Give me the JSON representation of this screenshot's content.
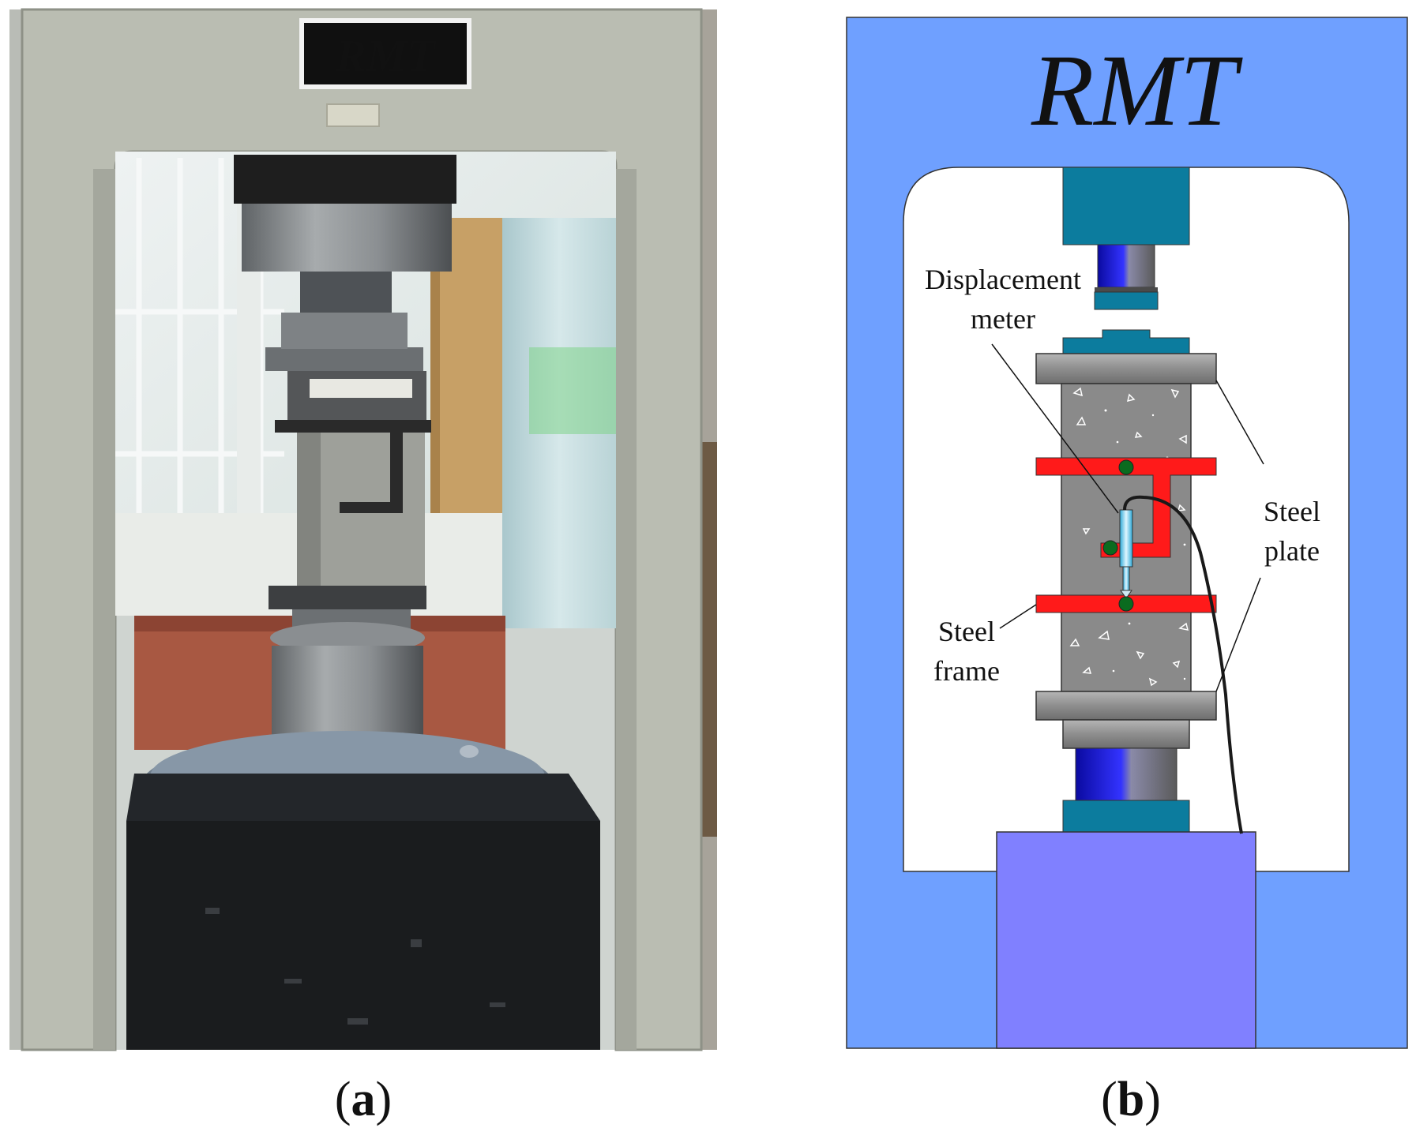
{
  "figure": {
    "panel_a": {
      "label_open": "(",
      "label_letter": "a",
      "label_close": ")",
      "logo_text": "RMT"
    },
    "panel_b": {
      "label_open": "(",
      "label_letter": "b",
      "label_close": ")",
      "machine_title": "RMT",
      "annotations": {
        "displacement_meter_line1": "Displacement",
        "displacement_meter_line2": "meter",
        "steel_plate_line1": "Steel",
        "steel_plate_line2": "plate",
        "steel_frame_line1": "Steel",
        "steel_frame_line2": "frame"
      }
    },
    "colors": {
      "frame_blue": "#6fa0ff",
      "base_purple": "#8080ff",
      "teal": "#0c7c9e",
      "steel_frame_red": "#ff1a1a",
      "pivot_green": "#0a6b1f",
      "specimen_gray": "#8a8a8a"
    }
  }
}
